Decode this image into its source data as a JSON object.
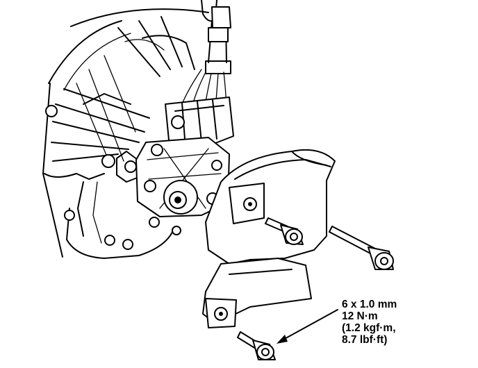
{
  "callout": {
    "size": "6 x 1.0 mm",
    "torque_nm": "12 N·m",
    "torque_kgf": "(1.2 kgf·m,",
    "torque_lbf": "8.7 lbf·ft)"
  }
}
